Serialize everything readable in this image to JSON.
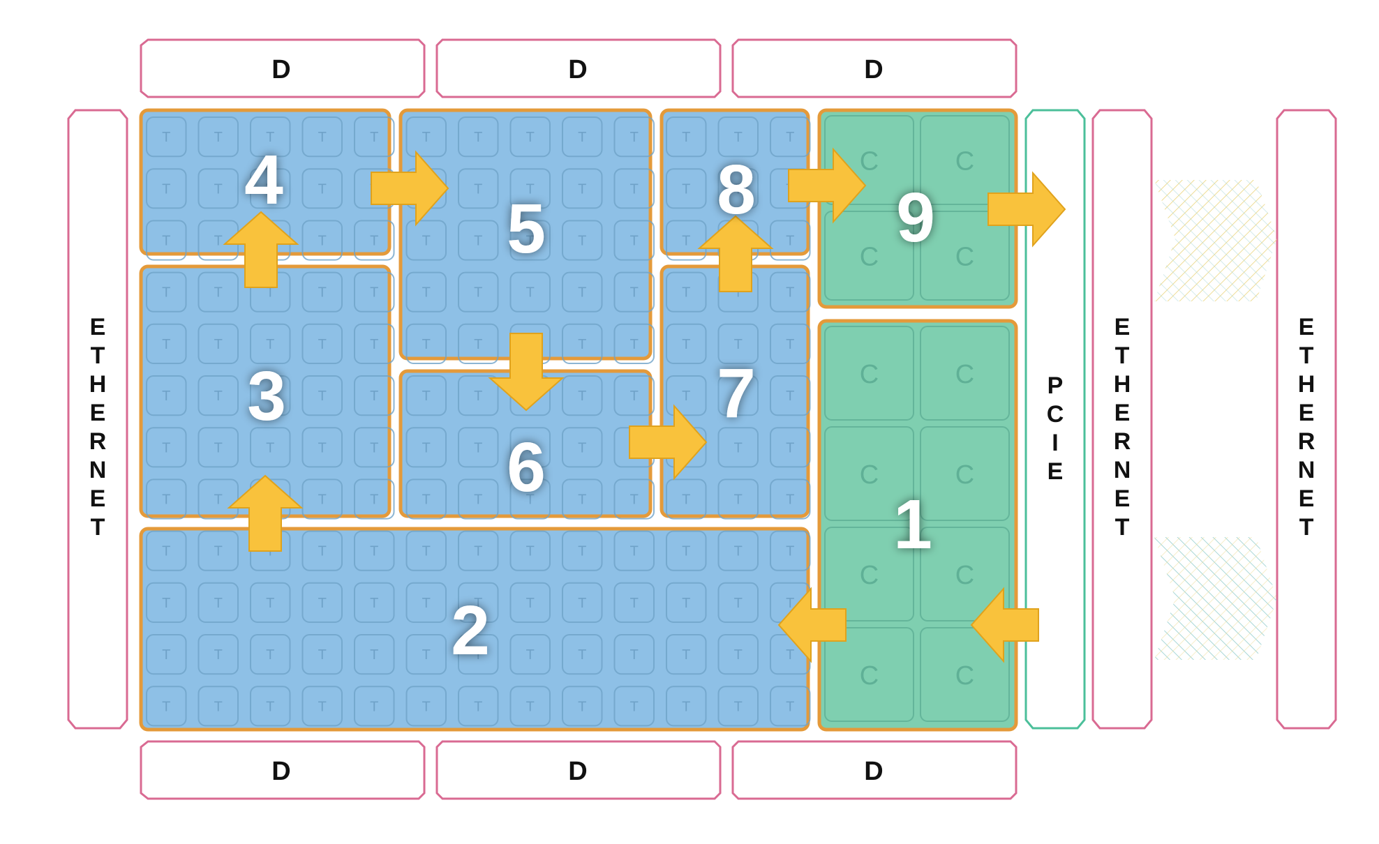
{
  "dram_label": "D",
  "ethernet_label": "ETHERNET",
  "pcie_label": "PCIE",
  "tensor_cell_label": "T",
  "cpu_cell_label": "C",
  "regions": [
    {
      "id": "1",
      "kind": "cpu"
    },
    {
      "id": "2",
      "kind": "tensor"
    },
    {
      "id": "3",
      "kind": "tensor"
    },
    {
      "id": "4",
      "kind": "tensor"
    },
    {
      "id": "5",
      "kind": "tensor"
    },
    {
      "id": "6",
      "kind": "tensor"
    },
    {
      "id": "7",
      "kind": "tensor"
    },
    {
      "id": "8",
      "kind": "tensor"
    },
    {
      "id": "9",
      "kind": "cpu"
    }
  ],
  "flow_order": [
    "1",
    "2",
    "3",
    "4",
    "5",
    "6",
    "7",
    "8",
    "9"
  ],
  "colors": {
    "tensor_fill": "#8ec0e6",
    "tensor_cell_stroke": "#6fa2c8",
    "cpu_fill": "#7fcfb0",
    "cpu_cell_stroke": "#5fb096",
    "region_border": "#e49a3a",
    "arrow_fill": "#f9c23c",
    "arrow_stroke": "#e0a21c",
    "io_border": "#d96a92",
    "pcie_border": "#4bbf9a",
    "number_color": "#ffffff"
  }
}
